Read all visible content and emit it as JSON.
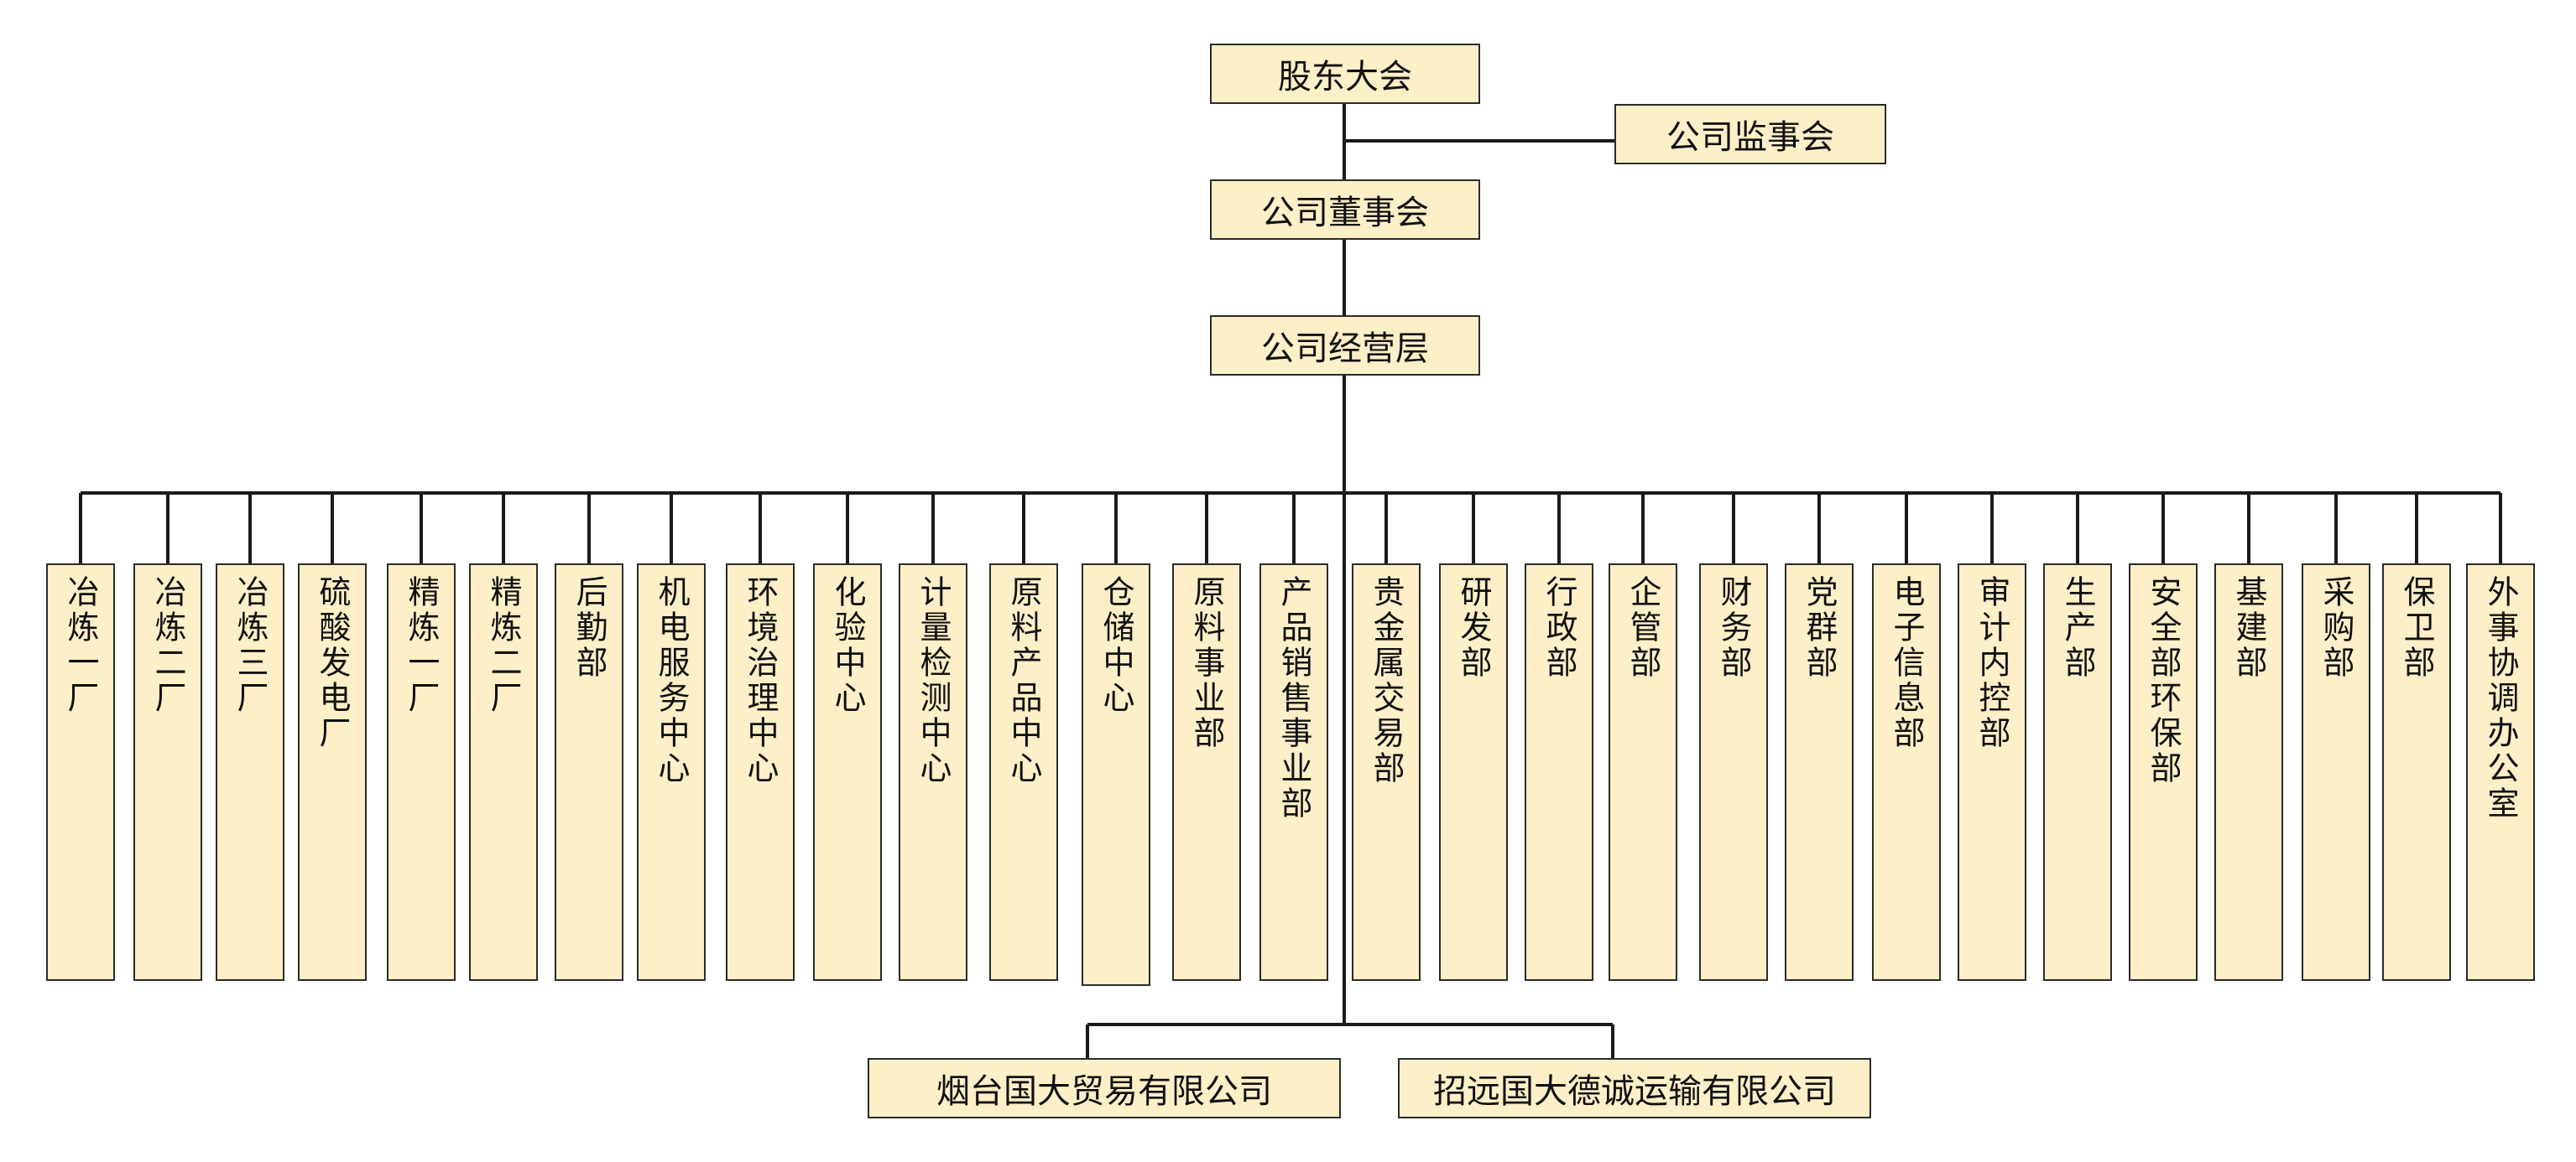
{
  "top": {
    "shareholders": "股东大会",
    "supervisors": "公司监事会",
    "board": "公司董事会",
    "management": "公司经营层"
  },
  "departments": [
    "冶炼一厂",
    "冶炼二厂",
    "冶炼三厂",
    "硫酸发电厂",
    "精炼一厂",
    "精炼二厂",
    "后勤部",
    "机电服务中心",
    "环境治理中心",
    "化验中心",
    "计量检测中心",
    "原料产品中心",
    "仓储中心",
    "原料事业部",
    "产品销售事业部",
    "贵金属交易部",
    "研发部",
    "行政部",
    "企管部",
    "财务部",
    "党群部",
    "电子信息部",
    "审计内控部",
    "生产部",
    "安全部环保部",
    "基建部",
    "采购部",
    "保卫部",
    "外事协调办公室"
  ],
  "subsidiaries": [
    "烟台国大贸易有限公司",
    "招远国大德诚运输有限公司"
  ],
  "colors": {
    "box_fill": "#fdefc7",
    "line": "#1a1a1a"
  }
}
